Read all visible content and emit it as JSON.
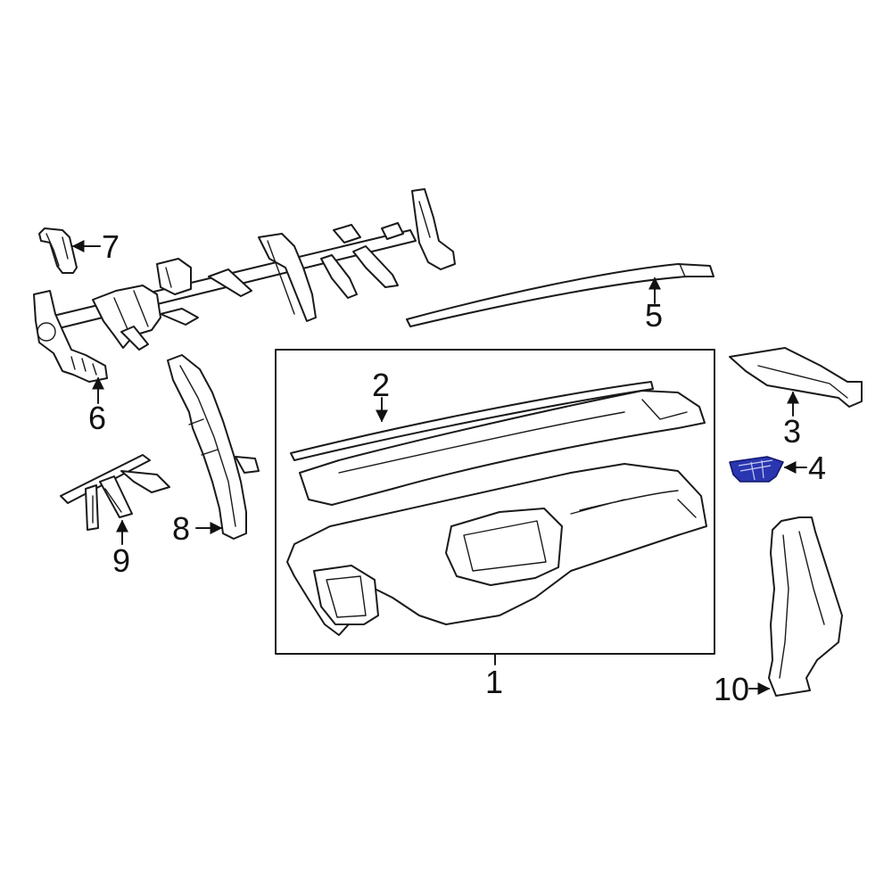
{
  "diagram": {
    "callouts": {
      "c1": "1",
      "c2": "2",
      "c3": "3",
      "c4": "4",
      "c5": "5",
      "c6": "6",
      "c7": "7",
      "c8": "8",
      "c9": "9",
      "c10": "10"
    },
    "colors": {
      "linework": "#1a1a1a",
      "highlighted_part": "#2a36b0",
      "background": "#ffffff"
    },
    "highlighted_callout": "4"
  }
}
